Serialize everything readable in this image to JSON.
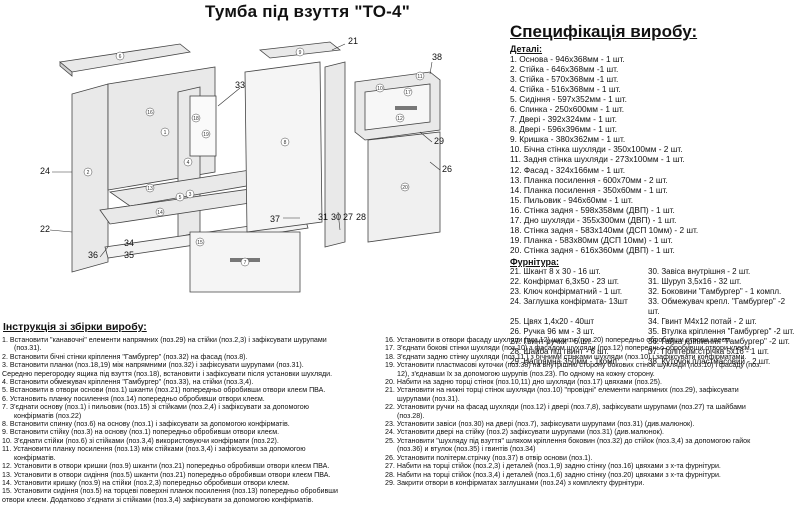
{
  "title": "Тумба під взуття \"ТО-4\"",
  "spec": {
    "heading": "Специфікація виробу:",
    "parts_heading": "Деталі:",
    "parts": [
      "1. Основа - 946х368мм - 1 шт.",
      "2. Стійка - 646х368мм -1 шт.",
      "3. Стійка - 570х368мм -1 шт.",
      "4. Стійка - 516х368мм - 1 шт.",
      "5. Сидіння - 597х352мм - 1 шт.",
      "6. Спинка - 250х600мм - 1 шт.",
      "7. Двері - 392х324мм - 1 шт.",
      "8. Двері - 596х396мм - 1 шт.",
      "9. Кришка - 380х362мм - 1 шт.",
      "10. Бічна стінка шухляди - 350х100мм - 2 шт.",
      "11. Задня стінка шухляди - 273х100мм - 1 шт.",
      "12. Фасад - 324х166мм - 1 шт.",
      "13. Планка посилення - 600х70мм - 2 шт.",
      "14. Планка посилення - 350х60мм - 1 шт.",
      "15. Пильовик - 946х60мм - 1 шт.",
      "16. Стінка задня - 598х358мм (ДВП) - 1 шт.",
      "17. Дно шухляди - 355х300мм (ДВП) - 1 шт.",
      "18. Стінка задня - 583х140мм (ДСП 10мм) - 2 шт.",
      "19. Планка - 583х80мм (ДСП 10мм) - 1 шт.",
      "20. Стінка задня - 616х360мм (ДВП) - 1 шт."
    ],
    "fittings_heading": "Фурнітура:",
    "fittings": [
      "21. Шкант 8 х 30 - 16 шт.",
      "30. Завіса внутрішня - 2 шт.",
      "22. Конфірмат 6,3х50 - 23 шт.",
      "31. Шуруп 3,5х16 - 32 шт.",
      "23. Ключ конфірматний - 1 шт.",
      "32. Боковини \"Гамбургер\" - 1 компл.",
      "24. Заглушка конфірмата- 13шт",
      "33. Обмежувач крепл. \"Гамбургер\" -2 шт.",
      "25. Цвях 1,4х20 - 40шт",
      "34. Гвинт М4х12 потай - 2 шт.",
      "26. Ручка 96 мм - 3 шт.",
      "35. Втулка кріплення \"Гамбургер\" -2 шт.",
      "27. Гвинт ручки - 6 шт.",
      "36. Гайка кріплення \"Гамбургер\" -2 шт.",
      "28. Шайба під гвинт - 6 шт.",
      "37. Політерм.стрічка 5х16 - 1 шт.",
      "29. Напрямна 350мм - 1комп.",
      "38. Куточок пластмасовий - 2 шт."
    ]
  },
  "instructions": {
    "heading": "Інструкція зі збірки виробу:",
    "left": [
      {
        "t": "1. Встановити \"канавочні\" елементи напрямних (поз.29) на стійки (поз.2,3) і зафіксувати шурупами",
        "i": false
      },
      {
        "t": "(поз.31).",
        "i": true
      },
      {
        "t": "2. Встановити бічні стінки кріплення \"Гамбургер\" (поз.32) на фасад (поз.8).",
        "i": false
      },
      {
        "t": "3. Встановити планки (поз.18,19) між напрямними (поз.32) і зафіксувати шурупами (поз.31).",
        "i": false
      },
      {
        "t": "Середню перегородку ящика під взуття (поз.18), встановити і зафіксувати після установки шухляди.",
        "i": false
      },
      {
        "t": "4. Встановити обмежувач кріплення \"Гамбургер\" (поз.33), на стійки (поз.3,4).",
        "i": false
      },
      {
        "t": "5. Встановити в отвори основи (поз.1) шканти (поз.21) попередньо обробивши отвори клеєм ПВА.",
        "i": false
      },
      {
        "t": "6. Установить планку посилення (поз.14) попередньо обробивши отвори клеєм.",
        "i": false
      },
      {
        "t": "7. З'єднати основу (поз.1) і пильовик (поз.15) зі стійками (поз.2,4) і зафіксувати за допомогою",
        "i": false
      },
      {
        "t": "конфірматів (поз.22)",
        "i": true
      },
      {
        "t": "8. Встановити спинку (поз.6) на основу (поз.1) і зафіксувати за допомогою конфірматів.",
        "i": false
      },
      {
        "t": "9. Встановити стійку (поз.3) на основу (поз.1) попередньо обробивши отвори клеєм.",
        "i": false
      },
      {
        "t": "10. З'єднати стійки (поз.6) зі стійками (поз.3,4) використовуючи конфірмати (поз.22).",
        "i": false
      },
      {
        "t": "11. Установити планку посилення (поз.13) між стійками (поз.3,4) і зафіксувати за допомогою",
        "i": false
      },
      {
        "t": "конфірматів.",
        "i": true
      },
      {
        "t": "12. Установити в отвори кришки (поз.9) шканти (поз.21) попередньо обробивши отвори клеєм ПВА.",
        "i": false
      },
      {
        "t": "13. Установити в отвори сидіння (поз.5) шканти (поз.21) попередньо обробивши отвори клеєм ПВА.",
        "i": false
      },
      {
        "t": "14. Установити кришку (поз.9) на стійки (поз.2,3) попередньо обробивши отвори клеєм.",
        "i": false
      },
      {
        "t": "15. Установити сидіння (поз.5) на торцеві поверхні планок посилення (поз.13) попередньо обробивши",
        "i": false
      },
      {
        "t": "отвори клеєм. Додатково з'єднати зі стійками (поз.3,4) зафіксувати за допомогою конфірматів.",
        "i": false
      }
    ],
    "right": [
      {
        "t": "16. Установити в отвори фасаду шухляди (поз.12) шканти (поз.20) попередньо обробивши отвори клеєм.",
        "i": false
      },
      {
        "t": "17. З'єднати бокові стінки шухляди (поз.10) з фасадом шухляди (поз.12) попередньо обробивши отвори клеєм.",
        "i": false
      },
      {
        "t": "18. З'єднати задню стінку шухляди (поз.11 ) з бічними стінками шухляди (поз.10) і зафіксувати конфірматами.",
        "i": false
      },
      {
        "t": "19. Установити пластмасові куточки (поз.38) на внутрішню сторону бокових стінок шухляди (поз.10) і фасаду (поз.",
        "i": false
      },
      {
        "t": "12), з'єднавши їх за допомогою шурупів (поз.23). По одному на кожну сторону.",
        "i": true
      },
      {
        "t": "20. Набити на задню торці стінок (поз.10,11) дно шухляди (поз.17) цвяхами (поз.25).",
        "i": false
      },
      {
        "t": "21. Установити на нижні торці стінок шухляди (поз.10) \"провідні\" елементи напрямних (поз.29), зафіксувати",
        "i": false
      },
      {
        "t": "шурупами (поз.31).",
        "i": true
      },
      {
        "t": "22. Установити ручки на фасад шухляди (поз.12) і двері (поз.7,8), зафіксувати шурупами (поз.27) та шайбами",
        "i": false
      },
      {
        "t": "(поз.28).",
        "i": true
      },
      {
        "t": "23. Установити завіси (поз.30) на двері (поз.7), зафіксувати шурупами (поз.31) (див.малюнок).",
        "i": false
      },
      {
        "t": "24. Установити двері на стійку (поз.2) зафіксувати шурупами (поз.31) (див.малюнок).",
        "i": false
      },
      {
        "t": "25. Установити \"шухляду під взуття\" шляхом кріплення боковин (поз.32) до стійок (поз.3,4) за допомогою гайок",
        "i": false
      },
      {
        "t": "(поз.36) и втулок (поз.35) і гвинтів (поз.34)",
        "i": true
      },
      {
        "t": "26. Установити політерм.стрічку (поз.37) в отвір основи (поз.1).",
        "i": false
      },
      {
        "t": "27. Набити на торці стійок (поз.2,3) і деталей (поз.1,9) задню стінку (поз.16) цвяхами з х-та фурнітури.",
        "i": false
      },
      {
        "t": "28. Набити на торці стійок (поз.3,4) і деталей (поз.1,6) задню стінку (поз.20) цвяхами з х-та фурнітури.",
        "i": false
      },
      {
        "t": "29. Закрити отвори в конфірматах заглушками (поз.24) з комплекту фурнітури.",
        "i": false
      }
    ]
  },
  "callouts": [
    "21",
    "38",
    "33",
    "24",
    "22",
    "36",
    "35",
    "34",
    "37",
    "31",
    "30",
    "27",
    "28",
    "29",
    "26"
  ],
  "part_markers": [
    "1",
    "2",
    "3",
    "4",
    "5",
    "6",
    "7",
    "8",
    "9",
    "10",
    "11",
    "12",
    "13",
    "14",
    "15",
    "16",
    "17",
    "18",
    "19",
    "20"
  ]
}
